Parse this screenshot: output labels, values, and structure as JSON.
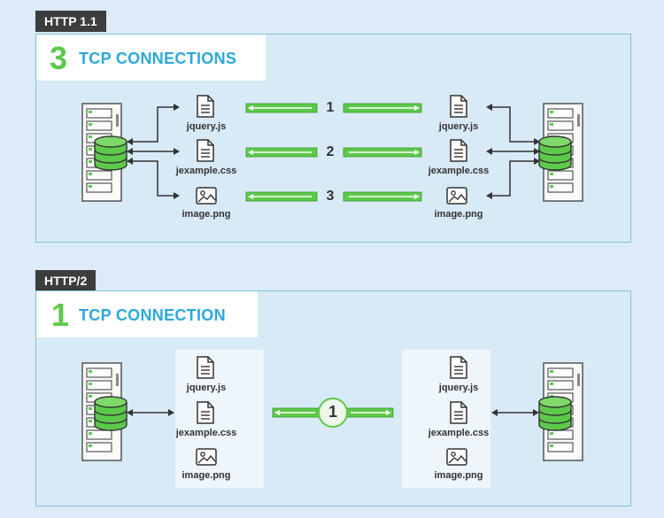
{
  "http11": {
    "tag": "HTTP 1.1",
    "count": "3",
    "title": "TCP CONNECTIONS",
    "files": [
      "jquery.js",
      "jexample.css",
      "image.png"
    ],
    "connections": [
      "1",
      "2",
      "3"
    ]
  },
  "http2": {
    "tag": "HTTP/2",
    "count": "1",
    "title": "TCP CONNECTION",
    "files": [
      "jquery.js",
      "jexample.css",
      "image.png"
    ],
    "connection": "1"
  },
  "colors": {
    "accent_green": "#5dc94a",
    "title_blue": "#2ba8dd",
    "panel_border": "#7fc2dd",
    "tag_bg": "#3d3d3d"
  }
}
